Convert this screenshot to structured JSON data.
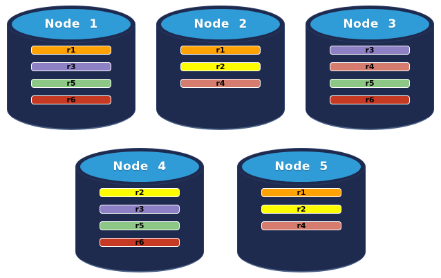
{
  "diagram": {
    "description": "Database nodes with replica placement",
    "colors": {
      "background": "#FFFFFF",
      "cylinder_body": "#1E2A4E",
      "cylinder_top": "#2F9CD8",
      "cylinder_edge": "#2A3A66",
      "cylinder_bottom_rim": "rgba(110,140,180,0.55)",
      "node_label_text": "#FFFFFF",
      "bar_text": "#000000",
      "bar_border": "#FFFFFF"
    },
    "replica_colors": {
      "r1": "#FFA203",
      "r2": "#FDFD00",
      "r3": "#8E80C5",
      "r4": "#D67C6F",
      "r5": "#8DC786",
      "r6": "#C63A24"
    },
    "rows": [
      {
        "nodes": [
          {
            "label": "Node 1",
            "replicas": [
              "r1",
              "r3",
              "r5",
              "r6"
            ]
          },
          {
            "label": "Node 2",
            "replicas": [
              "r1",
              "r2",
              "r4"
            ]
          },
          {
            "label": "Node 3",
            "replicas": [
              "r3",
              "r4",
              "r5",
              "r6"
            ]
          }
        ]
      },
      {
        "nodes": [
          {
            "label": "Node 4",
            "replicas": [
              "r2",
              "r3",
              "r5",
              "r6"
            ]
          },
          {
            "label": "Node 5",
            "replicas": [
              "r1",
              "r2",
              "r4"
            ]
          }
        ]
      }
    ]
  }
}
